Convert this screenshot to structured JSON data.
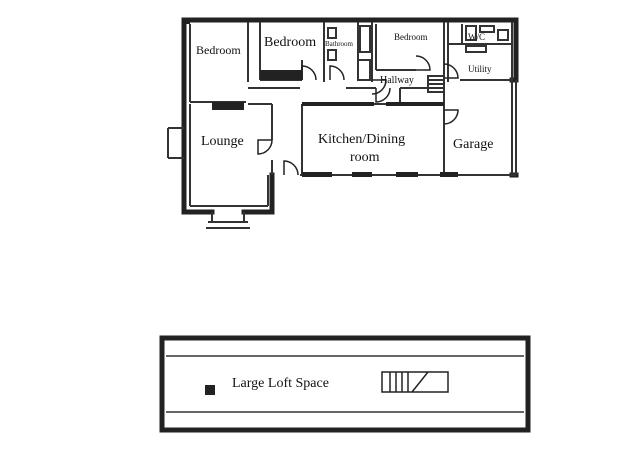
{
  "rooms": {
    "bedroom_1": "Bedroom",
    "bedroom_2": "Bedroom",
    "bathroom": "Bathroom",
    "bedroom_3": "Bedroom",
    "wc": "W/C",
    "utility": "Utility",
    "hallway": "Hallway",
    "lounge": "Lounge",
    "kitchen_line1": "Kitchen/Dining",
    "kitchen_line2": "room",
    "garage": "Garage",
    "loft": "Large Loft Space"
  },
  "colors": {
    "wall": "#222222",
    "background": "#ffffff"
  }
}
